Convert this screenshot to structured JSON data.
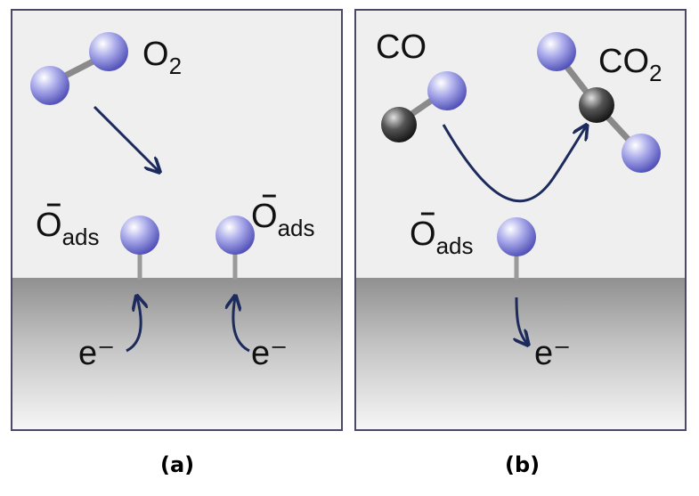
{
  "panel_a": {
    "caption": "(a)",
    "o2_label": "O",
    "o2_sub": "2",
    "oads_left": {
      "main": "O",
      "sup": "–",
      "sub": "ads"
    },
    "oads_right": {
      "main": "O",
      "sup": "–",
      "sub": "ads"
    },
    "electron_left": "e⁻",
    "electron_right": "e⁻"
  },
  "panel_b": {
    "caption": "(b)",
    "co_label": "CO",
    "co2_label": "CO",
    "co2_sub": "2",
    "oads": {
      "main": "O",
      "sup": "–",
      "sub": "ads"
    },
    "electron": "e⁻"
  },
  "colors": {
    "oxygen_atom": "#6f6fd0",
    "carbon_atom": "#3a3a3a",
    "arrow": "#1d2a5c",
    "border": "#4a4a66"
  }
}
